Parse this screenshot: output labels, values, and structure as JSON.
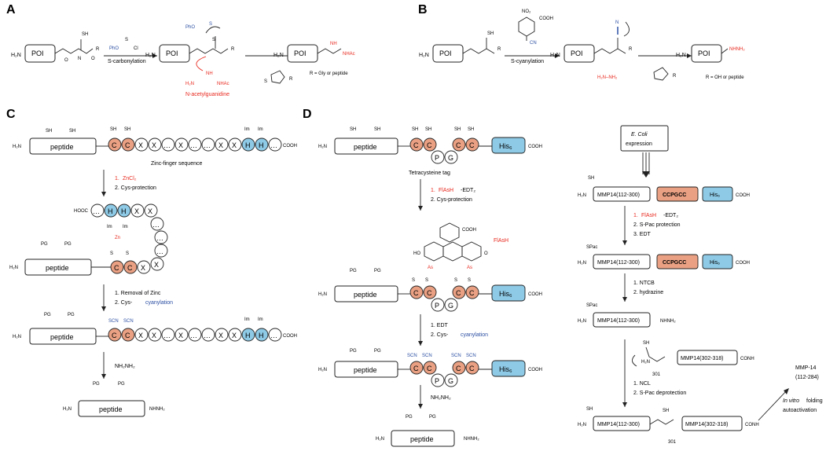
{
  "panels": {
    "A": "A",
    "B": "B",
    "C": "C",
    "D": "D"
  },
  "common": {
    "poi": "POI",
    "h2n": "H₂N",
    "sh": "SH",
    "s": "S",
    "o": "O",
    "r": "R",
    "h": "H",
    "n": "N",
    "pg": "PG",
    "im": "Im",
    "cooh": "COOH",
    "conh": "CONH",
    "nhnh2": "NHNH₂",
    "dots": "…"
  },
  "a": {
    "reagent": "PhO",
    "reagent_cl": "Cl",
    "reagent_s": "S",
    "step": "S-carbonylation",
    "pho_s": "PhO",
    "s_label": "S",
    "guan_nh": "NH",
    "guan_h2n": "H₂N",
    "guan_nhac": "NHAc",
    "n_acetylguanidine": "N-acetylguanidine",
    "product_nh": "NH",
    "product_nhac": "NHAc",
    "r_note": "R = Gly or peptide"
  },
  "b": {
    "reagent_no2": "NO₂",
    "reagent_cooh": "COOH",
    "reagent_scn": "CN",
    "step": "S-cyanylation",
    "n_top": "N",
    "hydrazine": "H₂N–NH₂",
    "product_nhnh2": "NHNH₂",
    "r_note": "R = OH or peptide"
  },
  "c": {
    "peptide": "peptide",
    "c1": "C",
    "x": "X",
    "h": "H",
    "zinc_finger": "Zinc-finger sequence",
    "step1_1": "1.",
    "step1_1b": "ZnCl₂",
    "step1_2": "2.  Cys-protection",
    "zn": "Zn",
    "hooc": "HOOC",
    "step2_1": "1.  Removal of Zinc",
    "step2_2": "2.  Cys-",
    "step2_2b": "cyanylation",
    "scn": "SCN",
    "nh2nh2": "NH₂NH₂"
  },
  "d": {
    "peptide": "peptide",
    "p": "P",
    "g": "G",
    "his": "His₆",
    "tetracysteine": "Tetracysteine tag",
    "step1_1": "1.",
    "step1_1b": "FlAsH",
    "step1_1c": "-EDT₂",
    "step1_2": "2.  Cys-protection",
    "flash": "FlAsH",
    "as": "As",
    "ho": "HO",
    "step2_1": "1.  EDT",
    "step2_2": "2.  Cys-",
    "step2_2b": "cyanylation",
    "scn": "SCN",
    "nh2nh2": "NH₂NH₂",
    "expression": "E. Coli",
    "expression2": "expression",
    "mmp1": "MMP14(112-300)",
    "ccpgcc": "CCPGCC",
    "his6": "His₆",
    "r_step1_1": "1.",
    "r_step1_1b": "FlAsH",
    "r_step1_1c": "-EDT₂",
    "r_step1_2": "2.  S-Pac protection",
    "r_step1_3": "3.  EDT",
    "spac": "SPac",
    "r_step2_1": "1.  NTCB",
    "r_step2_2": "2.  hydrazine",
    "mmp2": "MMP14(302-318)",
    "n301": "301",
    "r_step3_1": "1.  NCL",
    "r_step3_2": "2.  S-Pac deprotection",
    "mmp14": "MMP-14",
    "mmp14b": "(112-284)",
    "invitro": "In vitro",
    "folding": " folding",
    "autoact": "autoactivation"
  }
}
